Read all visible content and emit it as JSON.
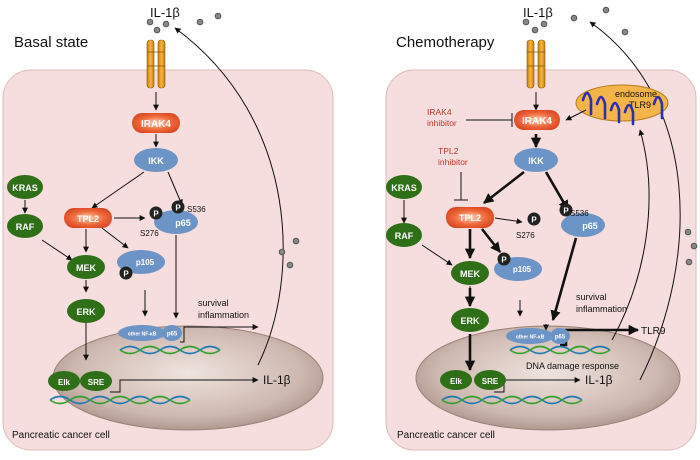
{
  "colors": {
    "cell_fill": "#f5dedd",
    "nucleus_fill": "#c9b3ab",
    "green_node": "#2e6f18",
    "blue_node": "#6d94c6",
    "orange_node": "#e8552c",
    "receptor": "#f0a020",
    "endosome": "#f3b44a",
    "tlr9": "#2b2fb0",
    "inhibitor_text": "#c0392b"
  },
  "panels": [
    {
      "title": "Basal state",
      "ligand": "IL-1β",
      "cell_label": "Pancreatic cancer cell",
      "nodes": {
        "kras": "KRAS",
        "raf": "RAF",
        "mek": "MEK",
        "erk": "ERK",
        "irak4": "IRAK4",
        "ikk": "IKK",
        "tpl2": "TPL2",
        "p105": "p105",
        "p65": "p65",
        "phospho": "P",
        "s276": "S276",
        "s536": "S536",
        "other_nfkb": "other NF-κB",
        "p65_nuc": "p65",
        "elk": "Elk",
        "sre": "SRE"
      },
      "outputs": {
        "survival": "survival",
        "inflammation": "inflammation",
        "il1b": "IL-1β"
      }
    },
    {
      "title": "Chemotherapy",
      "ligand": "IL-1β",
      "cell_label": "Pancreatic cancer cell",
      "endosome_label": "endosome",
      "tlr9_label": "TLR9",
      "irak4_inhibitor": [
        "IRAK4",
        "inhibitor"
      ],
      "tpl2_inhibitor": [
        "TPL2",
        "inhibitor"
      ],
      "nodes": {
        "kras": "KRAS",
        "raf": "RAF",
        "mek": "MEK",
        "erk": "ERK",
        "irak4": "IRAK4",
        "ikk": "IKK",
        "tpl2": "TPL2",
        "p105": "p105",
        "p65": "p65",
        "phospho": "P",
        "s276": "S276",
        "s536": "S536",
        "other_nfkb": "other NF-κB",
        "p65_nuc": "p65",
        "elk": "Elk",
        "sre": "SRE"
      },
      "outputs": {
        "survival": "survival",
        "inflammation": "inflammation",
        "tlr9": "TLR9",
        "dna_damage": "DNA damage response",
        "il1b": "IL-1β"
      }
    }
  ]
}
